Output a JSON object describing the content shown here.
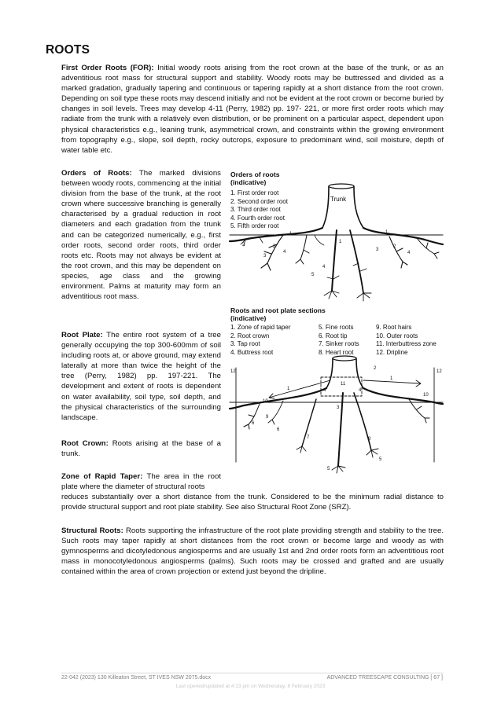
{
  "heading": "ROOTS",
  "first_order": {
    "term": "First Order Roots (FOR):",
    "text": " Initial woody roots arising from the root crown at the base of the trunk, or as an adventitious root mass for structural support and stability. Woody roots may be buttressed and divided as a marked gradation, gradually tapering and continuous or tapering rapidly at a short distance from the root crown. Depending on soil type these roots may descend initially and not be evident at the root crown or become buried by changes in soil levels. Trees may develop 4-11 (Perry, 1982) pp. 197- 221, or more first order roots which may radiate from the trunk with a relatively even distribution, or be prominent on a particular aspect, dependent upon physical characteristics e.g., leaning trunk, asymmetrical crown, and constraints within the growing environment from topography e.g., slope, soil depth, rocky outcrops, exposure to predominant wind, soil moisture, depth of water table etc."
  },
  "orders_of_roots": {
    "term": "Orders of Roots:",
    "text": " The marked divisions between woody roots, commencing at the initial division from the base of the trunk, at the root crown where successive branching is generally characterised by a gradual reduction in root diameters and each gradation from the trunk and can be categorized numerically, e.g., first order roots, second order roots, third order roots etc. Roots may not always be evident at the root crown, and this may be dependent on species, age class and the growing environment. Palms at maturity may form an adventitious root mass."
  },
  "root_plate": {
    "term": "Root Plate:",
    "text": " The entire root system of a tree generally occupying the top 300-600mm of soil including roots at, or above ground, may extend laterally at more than twice the height of the tree (Perry, 1982) pp. 197-221. The development and extent of roots is dependent on water availability, soil type, soil depth, and the physical characteristics of the surrounding landscape."
  },
  "root_crown": {
    "term": "Root Crown:",
    "text": " Roots arising at the base of a trunk."
  },
  "zone_rapid_taper": {
    "term": "Zone of Rapid Taper:",
    "text_narrow": " The area in the root plate where the diameter of structural roots",
    "text_wide": "reduces substantially over a short distance from the trunk. Considered to be the minimum radial distance to provide structural support and root plate stability. See also Structural Root Zone (SRZ)."
  },
  "structural_roots": {
    "term": "Structural Roots:",
    "text": " Roots supporting the infrastructure of the root plate providing strength and stability to the tree. Such roots may taper rapidly at short distances from the root crown or become large and woody as with gymnosperms and dicotyledonous angiosperms and are usually 1st and 2nd order roots form an adventitious root mass in monocotyledonous angiosperms (palms). Such roots may be crossed and grafted and are usually contained within the area of crown projection or extend just beyond the dripline."
  },
  "figure1": {
    "title_line1": "Orders of roots",
    "title_line2": "(indicative)",
    "legend": [
      "1.  First order root",
      "2.  Second order root",
      "3.  Third order root",
      "4.  Fourth order root",
      "5.  Fifth order root"
    ],
    "trunk_label": "Trunk",
    "number_labels": [
      "1",
      "1",
      "1",
      "2",
      "2",
      "2",
      "3",
      "3",
      "4",
      "4",
      "4",
      "5"
    ]
  },
  "figure2": {
    "title_line1": "Roots and root plate sections",
    "title_line2": "(indicative)",
    "legend_col1": [
      "1.  Zone of rapid taper",
      "2.  Root crown",
      "3.  Tap root",
      "4.  Buttress root"
    ],
    "legend_col2": [
      "5.  Fine roots",
      "6.  Root tip",
      "7.  Sinker roots",
      "8.  Heart root"
    ],
    "legend_col3": [
      "9.   Root hairs",
      "10.  Outer roots",
      "11.  Interbuttress zone",
      "12.  Dripline"
    ],
    "number_labels": [
      "12",
      "12",
      "1",
      "1",
      "2",
      "3",
      "4",
      "4",
      "11",
      "10",
      "10",
      "6",
      "6",
      "9",
      "7",
      "5",
      "5",
      "8"
    ]
  },
  "footer": {
    "left": "22-042 (2023) 130 Killeaton Street, ST IVES  NSW  2075.docx",
    "right": "ADVANCED TREESCAPE CONSULTING [ 67 ]",
    "sub": "Last opened/updated at 4:13 pm on Wednesday, 8 February 2023"
  }
}
